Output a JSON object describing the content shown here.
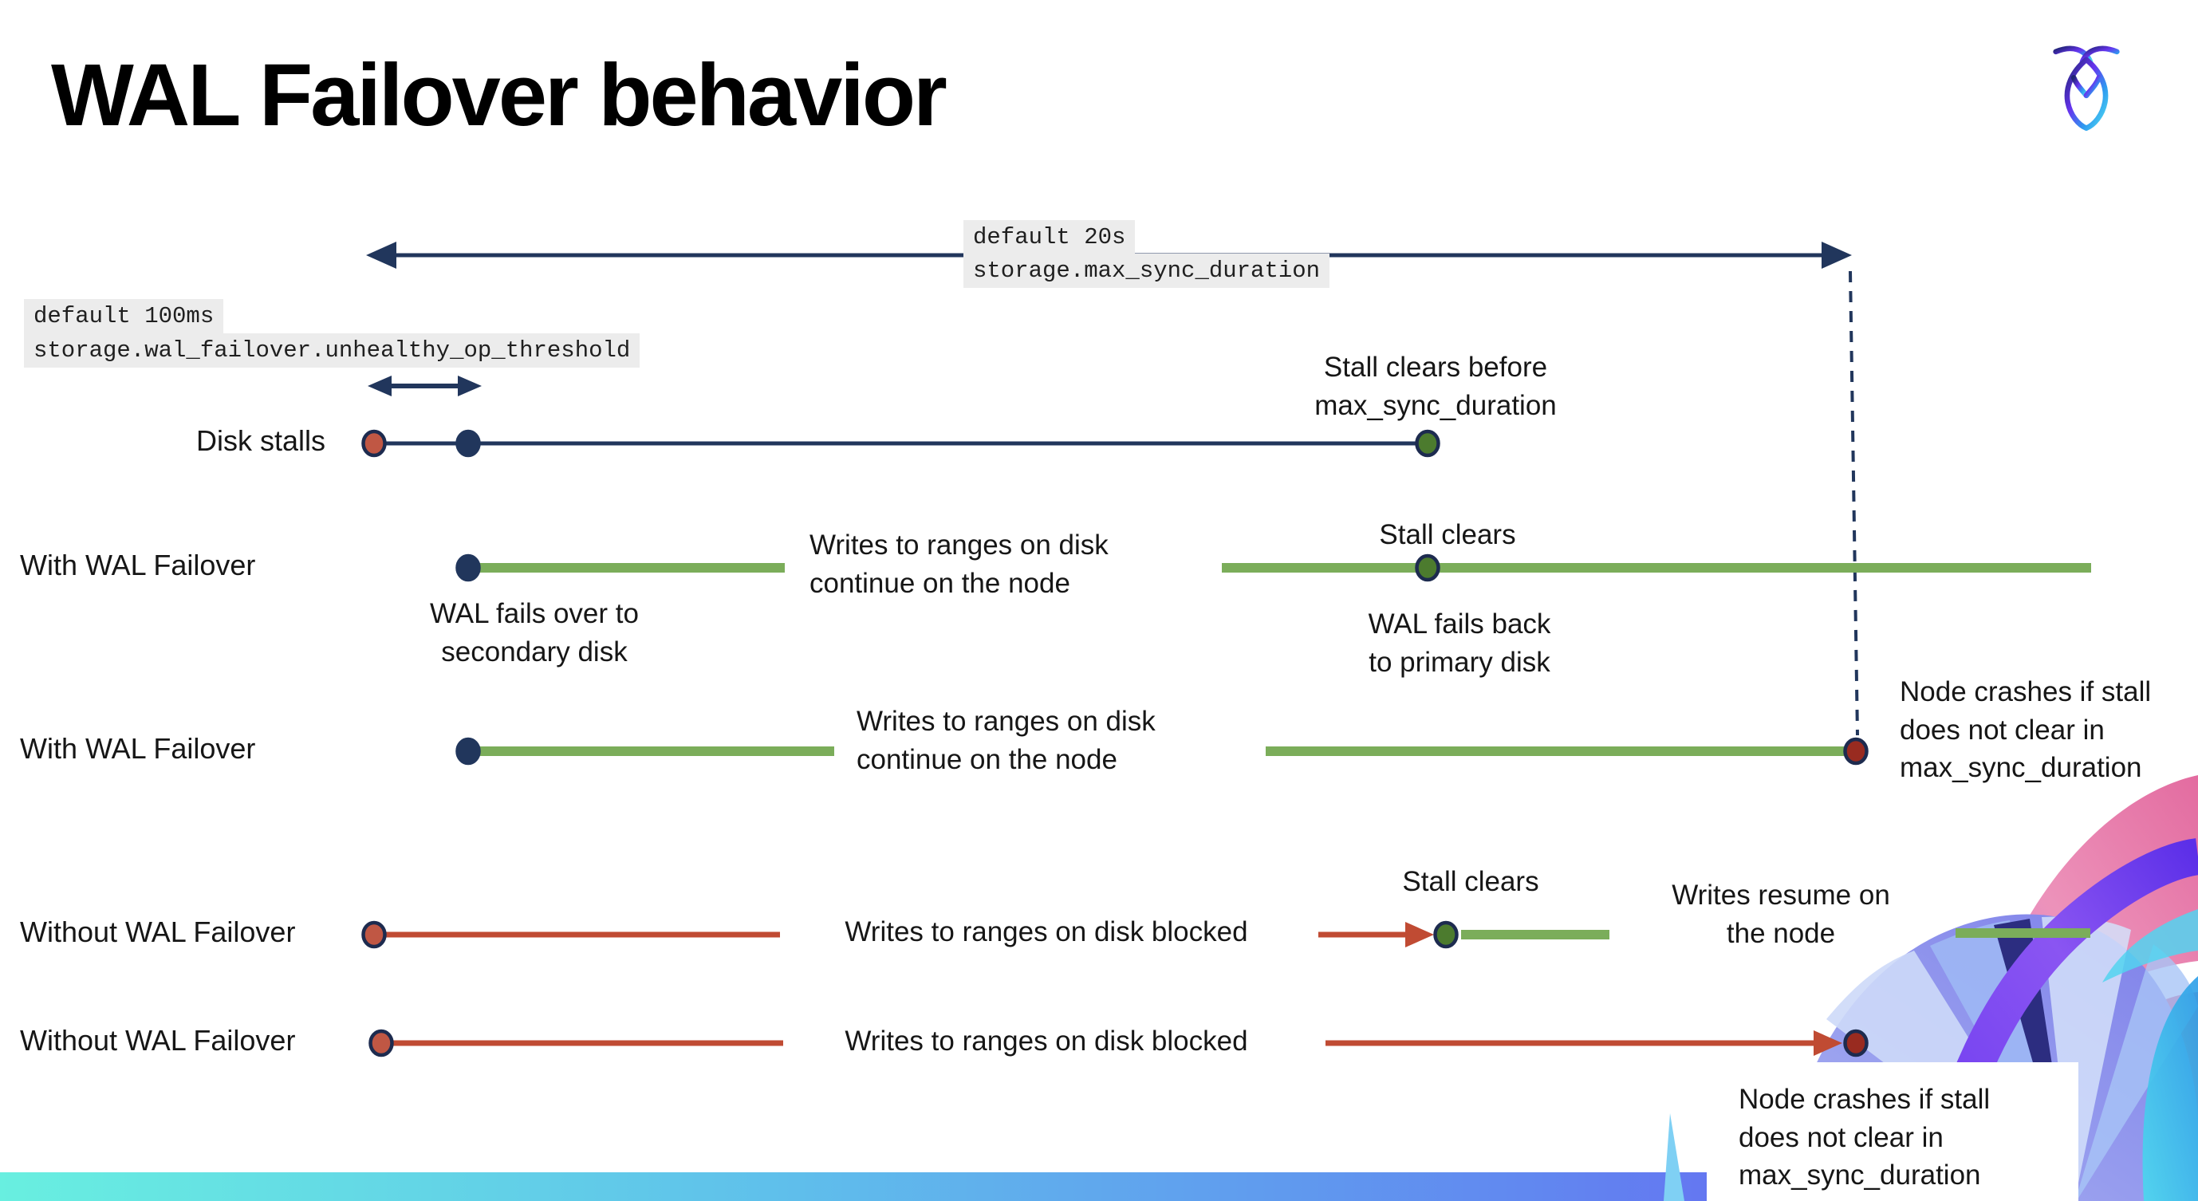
{
  "title": "WAL Failover behavior",
  "colors": {
    "navy": "#21365C",
    "green_line": "#7BAD5A",
    "green_dot": "#4C7B2E",
    "red_line": "#C04B33",
    "red_dot": "#C05744",
    "dark_red": "#992B20",
    "mono_bg": "#ECECEC",
    "text": "#161616",
    "title": "#000000",
    "bar_1": "#68EFE0",
    "bar_2": "#5FC0EB",
    "bar_3": "#6187F0",
    "bar_4": "#6C49F4"
  },
  "settings": {
    "max_sync": {
      "default_label": "default 20s",
      "name": "storage.max_sync_duration"
    },
    "threshold": {
      "default_label": "default 100ms",
      "name": "storage.wal_failover.unhealthy_op_threshold"
    }
  },
  "row_labels": {
    "row1": "Disk stalls",
    "row2": "With WAL Failover",
    "row3": "With WAL Failover",
    "row4": "Without WAL Failover",
    "row5": "Without WAL Failover"
  },
  "annotations": {
    "stall_clears_before": "Stall clears before\nmax_sync_duration",
    "wal_fails_over": "WAL fails over to\nsecondary disk",
    "writes_continue_top": "Writes to ranges on disk\ncontinue on the node",
    "stall_clears_top": "Stall clears",
    "wal_fails_back": "WAL fails  back\nto primary disk",
    "writes_continue_bottom": "Writes to ranges on disk\ncontinue on the node",
    "node_crashes_side": "Node crashes if stall\ndoes not clear in\nmax_sync_duration",
    "writes_blocked_top": "Writes to ranges on disk  blocked",
    "stall_clears_without": "Stall clears",
    "writes_resume": "Writes resume on\nthe node",
    "writes_blocked_bottom": "Writes to ranges on disk  blocked",
    "node_crashes_box": "Node crashes if stall\ndoes not clear in\nmax_sync_duration"
  }
}
